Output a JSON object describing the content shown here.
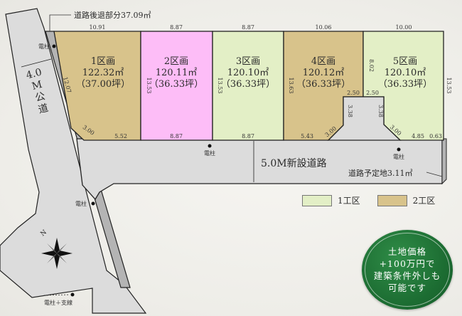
{
  "colors": {
    "phase1": "#e3efc6",
    "phase2": "#d8c38b",
    "lot2": "#fdbdf7",
    "road": "#dcdcdc",
    "setback": "#b4b4b4",
    "badge": "#1f7035"
  },
  "header": {
    "setback_note": "道路後退部分37.09㎡"
  },
  "top_dimensions": [
    "10.91",
    "8.87",
    "8.87",
    "10.06",
    "10.00"
  ],
  "lots": [
    {
      "title": "1区画",
      "area_m2": "122.32㎡",
      "area_tsubo": "（37.00坪）",
      "phase": "2工区"
    },
    {
      "title": "2区画",
      "area_m2": "120.11㎡",
      "area_tsubo": "（36.33坪）",
      "phase": ""
    },
    {
      "title": "3区画",
      "area_m2": "120.10㎡",
      "area_tsubo": "（36.33坪）",
      "phase": "1工区"
    },
    {
      "title": "4区画",
      "area_m2": "120.12㎡",
      "area_tsubo": "（36.33坪）",
      "phase": "2工区"
    },
    {
      "title": "5区画",
      "area_m2": "120.10㎡",
      "area_tsubo": "（36.33坪）",
      "phase": "1工区"
    }
  ],
  "side_dimensions": {
    "lot1_left": "12.07",
    "lot2_left": "13.53",
    "lot3_left": "13.53",
    "lot4_left": "13.63",
    "lot5_left": "8.02",
    "lot5_right": "13.53",
    "notch_left_top": "2.50",
    "notch_right_top": "2.50",
    "notch_left_side": "3.38",
    "notch_right_side": "3.38"
  },
  "bottom_dimensions": {
    "lot1_chamfer": "3.00",
    "lot1_bottom": "5.52",
    "lot2_bottom": "8.87",
    "lot3_bottom": "8.87",
    "lot4_bottom": "5.43",
    "lot4_chamfer": "3.00",
    "lot5_chamfer": "3.00",
    "lot5_bottom": "4.85",
    "lot5_end": "0.63"
  },
  "roads": {
    "public_road": [
      "4.0",
      "M",
      "公",
      "道"
    ],
    "new_road": "5.0M新設道路",
    "planned_road": "道路予定地3.11㎡"
  },
  "poles": {
    "label": "電柱",
    "guy_label": "電柱＋支線"
  },
  "compass": {
    "north": "N"
  },
  "legend": [
    {
      "label": "1工区",
      "color": "#e3efc6"
    },
    {
      "label": "2工区",
      "color": "#d8c38b"
    }
  ],
  "badge": {
    "lines": [
      "土地価格",
      "+100万円で",
      "建築条件外しも",
      "可能です"
    ]
  }
}
